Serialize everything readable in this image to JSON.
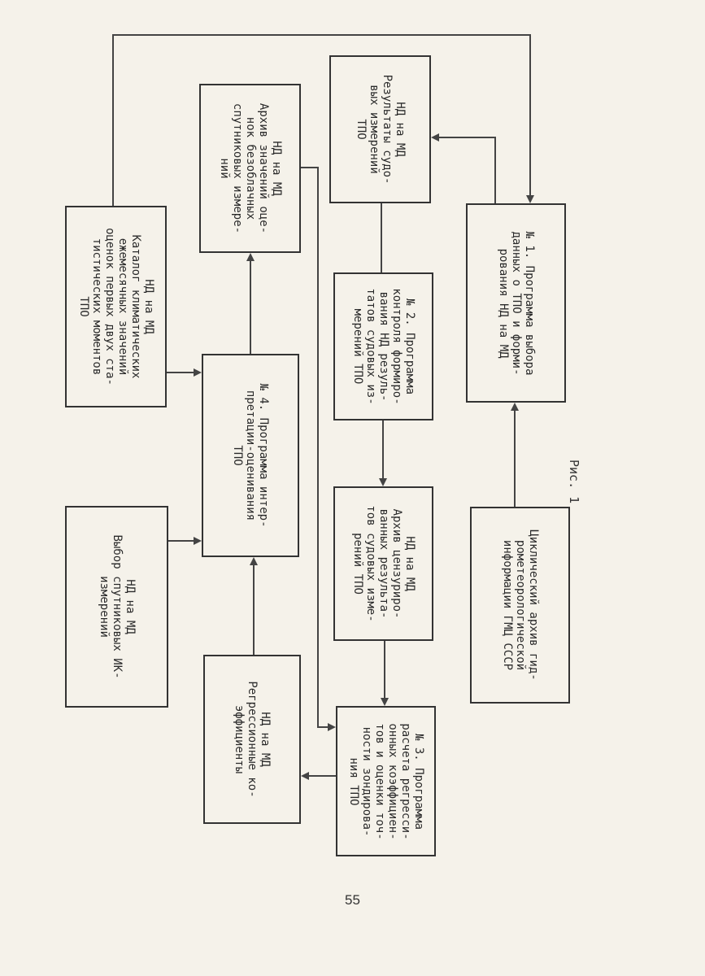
{
  "diagram": {
    "boxes": {
      "catalog": "НД на МД\nКаталог климатических\nежемесячных значений\nоценок первых двух ста-\nтистических моментов\nТПО",
      "archive_estimates": "НД на МД\nАрхив значений оце-\nнок безоблачных\nспутниковых измере-\nний",
      "ship_results": "НД на МД\nРезультаты судо-\nвых измерений\nТПО",
      "program_4": "№ 4. Программа интер-\nпретации-оценивания\nТПО",
      "program_2": "№ 2. Программа\nконтроля формиро-\nвания НД резуль-\nтатов судовых из-\nмерений ТПО",
      "program_1": "№ 1. Программа выбора\nданных о ТПО и форми-\nрования НД на МД",
      "satellite_ir": "НД на МД\nВыбор спутниковых ИК-\nизмерений",
      "censored_archive": "НД на МД\nАрхив цензуриро-\nванных результа-\nтов судовых изме-\nрений ТПО",
      "cyclic_archive": "Циклический архив гид-\nрометеорологической\nинформации ГМЦ СССР",
      "regression_coeff": "НД на МД\nРегрессионные ко-\nэффициенты",
      "program_3": "№ 3. Программа\nрасчета регресси-\nонных коэффициен-\nтов и оценки точ-\nности зондирова-\nния ТПО"
    }
  },
  "figure_caption": "Рис. 1",
  "page_number": "55"
}
